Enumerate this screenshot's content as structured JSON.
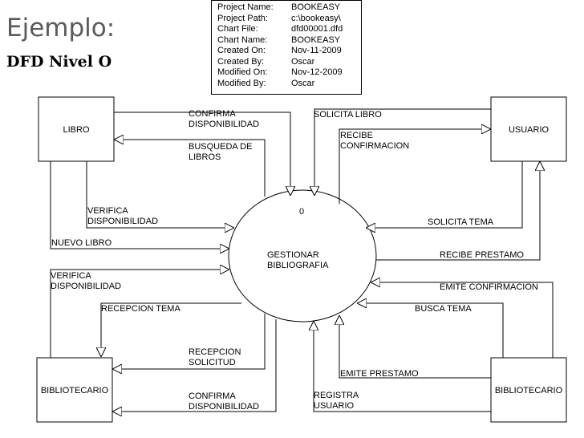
{
  "slide": {
    "title": "Ejemplo:",
    "subtitle": "DFD Nivel O"
  },
  "info_box": [
    {
      "key": "Project Name:",
      "value": "BOOKEASY"
    },
    {
      "key": "Project Path:",
      "value": "c:\\bookeasy\\"
    },
    {
      "key": "Chart File:",
      "value": "dfd00001.dfd"
    },
    {
      "key": "Chart Name:",
      "value": "BOOKEASY"
    },
    {
      "key": "Created On:",
      "value": "Nov-11-2009"
    },
    {
      "key": "Created By:",
      "value": "Oscar"
    },
    {
      "key": "Modified On:",
      "value": "Nov-12-2009"
    },
    {
      "key": "Modified By:",
      "value": "Oscar"
    }
  ],
  "process": {
    "number": "0",
    "line1": "GESTIONAR",
    "line2": "BIBLIOGRAFIA"
  },
  "entities": {
    "libro": "LIBRO",
    "usuario": "USUARIO",
    "bibliotecario_left": "BIBLIOTECARIO",
    "bibliotecario_right": "BIBLIOTECARIO"
  },
  "flows": {
    "confirma_disp_top_1": "CONFIRMA",
    "confirma_disp_top_2": "DISPONIBILIDAD",
    "busqueda_libros_1": "BUSQUEDA DE",
    "busqueda_libros_2": "LIBROS",
    "verifica_disp_top_1": "VERIFICA",
    "verifica_disp_top_2": "DISPONIBILIDAD",
    "nuevo_libro": "NUEVO LIBRO",
    "solicita_libro": "SOLICITA LIBRO",
    "recibe_conf_1": "RECIBE",
    "recibe_conf_2": "CONFIRMACION",
    "solicita_tema": "SOLICITA TEMA",
    "recibe_prestamo": "RECIBE PRESTAMO",
    "verifica_disp_left_1": "VERIFICA",
    "verifica_disp_left_2": "DISPONIBILIDAD",
    "recepcion_tema": "RECEPCION TEMA",
    "recepcion_solicitud_1": "RECEPCION",
    "recepcion_solicitud_2": "SOLICITUD",
    "confirma_disp_bottom_1": "CONFIRMA",
    "confirma_disp_bottom_2": "DISPONIBILIDAD",
    "emite_confirmacion": "EMITE CONFIRMACION",
    "busca_tema": "BUSCA TEMA",
    "emite_prestamo": "EMITE PRESTAMO",
    "registra_usuario_1": "REGISTRA",
    "registra_usuario_2": "USUARIO"
  }
}
